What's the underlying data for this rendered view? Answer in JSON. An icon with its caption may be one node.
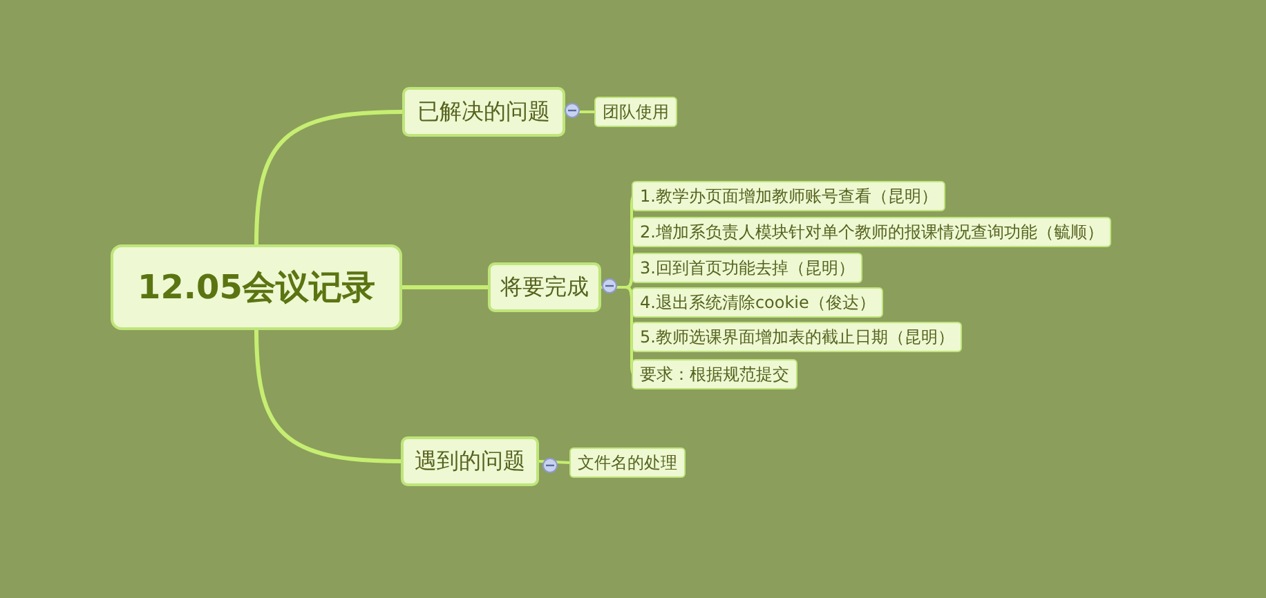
{
  "diagram": {
    "nodes": [
      {
        "text": [
          "12.05会议记录"
        ]
      },
      {
        "text": [
          "已解决的问题"
        ]
      },
      {
        "text": [
          "团队使用"
        ]
      },
      {
        "text": [
          "将要完成"
        ]
      },
      {
        "text": [
          "1.教学办页面增加教师账号查看（昆明）"
        ]
      },
      {
        "text": [
          "2.增加系负责人模块针对单个教师的报课情况查询功能（毓顺）"
        ]
      },
      {
        "text": [
          "3.回到首页功能去掉（昆明）"
        ]
      },
      {
        "text": [
          "4.退出系统清除cookie（俊达）"
        ]
      },
      {
        "text": [
          "5.教师选课界面增加表的截止日期（昆明）"
        ]
      },
      {
        "text": [
          "要求：根据规范提交"
        ]
      },
      {
        "text": [
          "遇到的问题"
        ]
      },
      {
        "text": [
          "文件名的处理"
        ]
      }
    ],
    "edges": [
      {
        "from": 0,
        "to": 1,
        "arrow": "none"
      },
      {
        "from": 0,
        "to": 3,
        "arrow": "none"
      },
      {
        "from": 0,
        "to": 10,
        "arrow": "none"
      },
      {
        "from": 1,
        "to": 2,
        "arrow": "none"
      },
      {
        "from": 3,
        "to": 4,
        "arrow": "none"
      },
      {
        "from": 3,
        "to": 5,
        "arrow": "none"
      },
      {
        "from": 3,
        "to": 6,
        "arrow": "none"
      },
      {
        "from": 3,
        "to": 7,
        "arrow": "none"
      },
      {
        "from": 3,
        "to": 8,
        "arrow": "none"
      },
      {
        "from": 3,
        "to": 9,
        "arrow": "none"
      },
      {
        "from": 10,
        "to": 11,
        "arrow": "none"
      }
    ]
  }
}
